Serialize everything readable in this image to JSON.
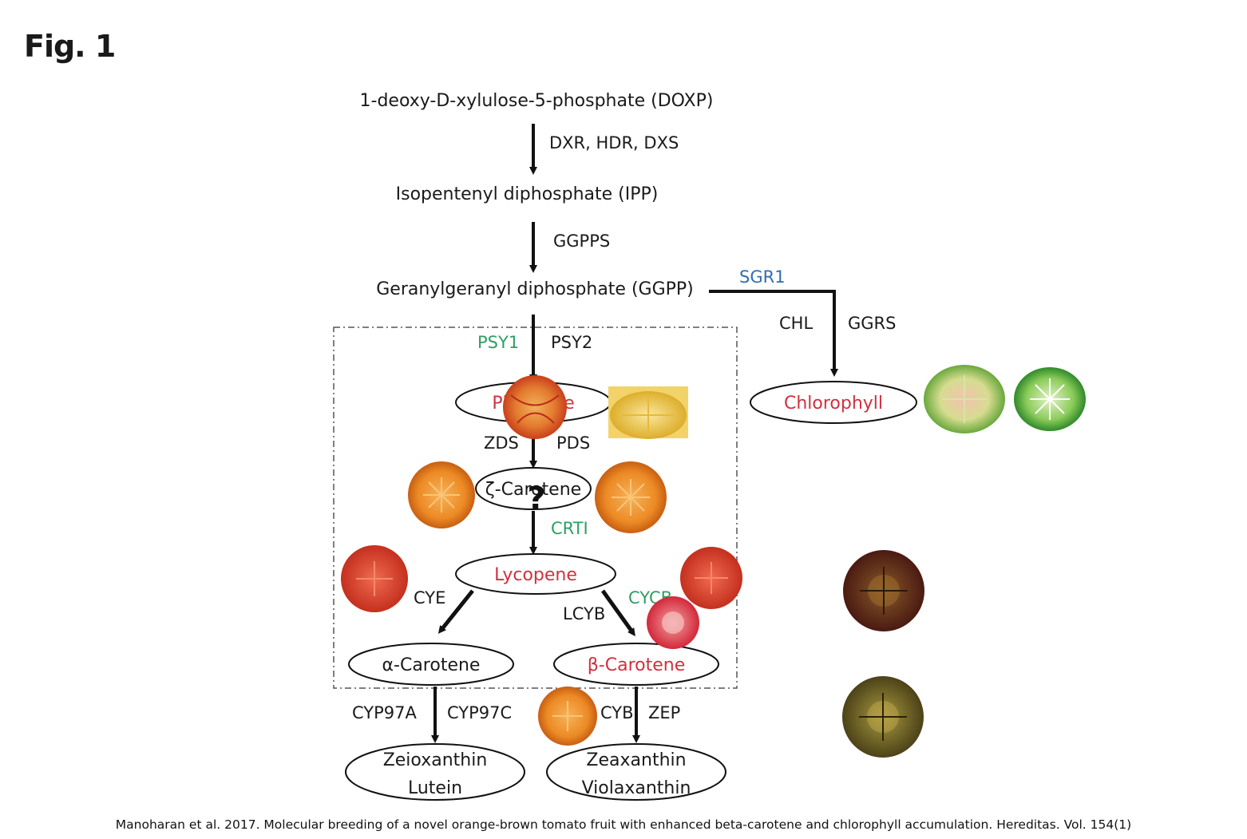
{
  "figure_label": "Fig. 1",
  "caption": "Manoharan et al. 2017. Molecular breeding of a novel orange-brown tomato fruit with enhanced beta-carotene and chlorophyll accumulation. Hereditas. Vol. 154(1)",
  "compounds": {
    "doxp": "1-deoxy-D-xylulose-5-phosphate (DOXP)",
    "ipp": "Isopentenyl diphosphate (IPP)",
    "ggpp": "Geranylgeranyl diphosphate (GGPP)",
    "phytoene": "Phytoene",
    "zeta_carotene": "ζ-Carotene",
    "lycopene": "Lycopene",
    "alpha_carotene": "α-Carotene",
    "beta_carotene": "β-Carotene",
    "chlorophyll": "Chlorophyll",
    "zeioxanthin": "Zeioxanthin",
    "lutein": "Lutein",
    "zeaxanthin": "Zeaxanthin",
    "violaxanthin": "Violaxanthin"
  },
  "enzymes": {
    "dxr_hdr_dxs": "DXR, HDR, DXS",
    "ggpps": "GGPPS",
    "sgr1": "SGR1",
    "chl": "CHL",
    "ggrs": "GGRS",
    "psy1": "PSY1",
    "psy2": "PSY2",
    "zds": "ZDS",
    "pds": "PDS",
    "crti": "CRTI",
    "cye": "CYE",
    "lcyb": "LCYB",
    "cycb": "CYCB",
    "cyp97a": "CYP97A",
    "cyp97c": "CYP97C",
    "cyb": "CYB",
    "zep": "ZEP"
  },
  "question_mark": "?",
  "colors": {
    "enzyme_green": "#2e9e63",
    "enzyme_blue": "#2f6fb0",
    "compound_red": "#d2303e",
    "arrow": "#111111",
    "dash_box": "#555555"
  }
}
